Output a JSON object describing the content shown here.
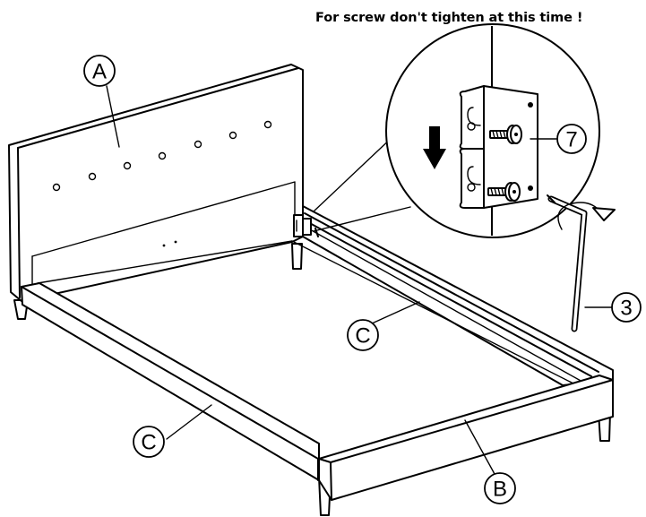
{
  "warning_text": "For screw don't tighten at this time !",
  "callouts": {
    "headboard": "A",
    "side_rail_right": "C",
    "side_rail_left": "C",
    "footboard": "B",
    "screw": "7",
    "allen_key": "3"
  },
  "icons": {
    "down_arrow": "arrow-down-icon",
    "rotate_arrow": "rotate-arrow-icon"
  },
  "colors": {
    "line": "#000000",
    "background": "#ffffff"
  }
}
